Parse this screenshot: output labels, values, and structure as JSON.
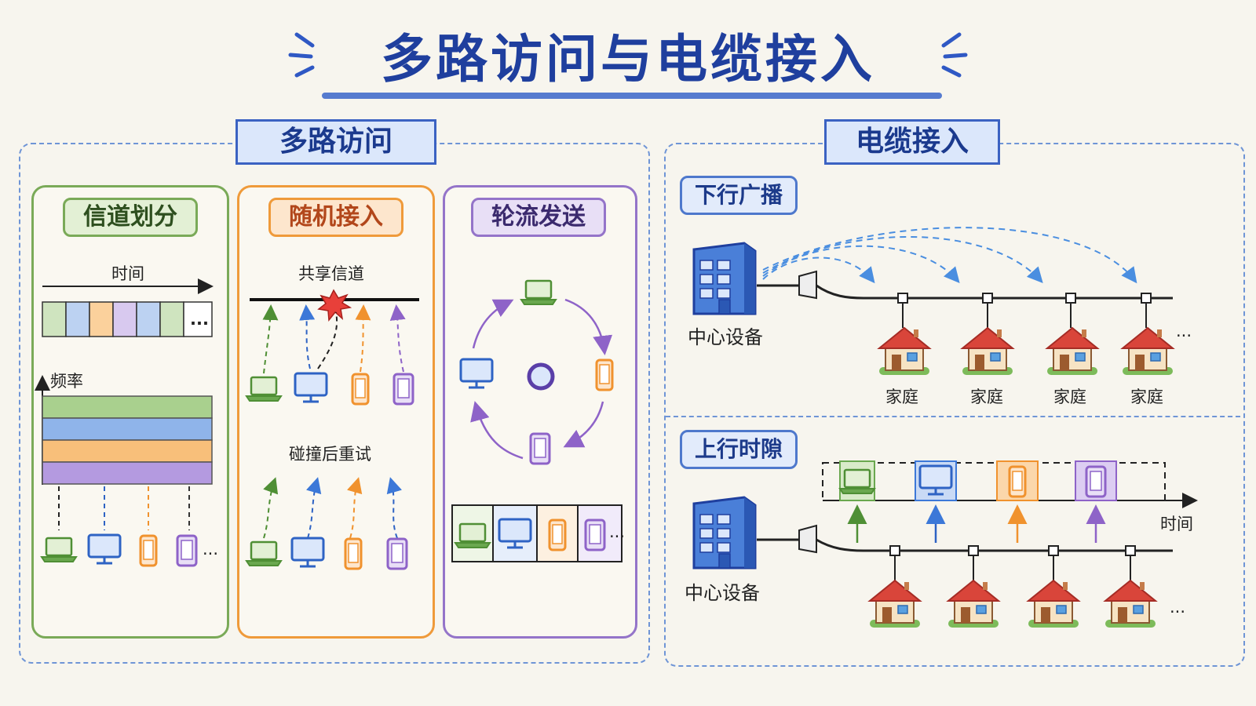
{
  "title": "多路访问与电缆接入",
  "multi_access": {
    "header": "多路访问",
    "channel_partition": {
      "tag": "信道划分",
      "time_label": "时间",
      "time_slot_ellipsis": "...",
      "freq_label": "频率",
      "device_ellipsis": "..."
    },
    "random_access": {
      "tag": "随机接入",
      "shared_channel_label": "共享信道",
      "retry_label": "碰撞后重试"
    },
    "taking_turns": {
      "tag": "轮流发送",
      "slot_ellipsis": "..."
    }
  },
  "cable_access": {
    "header": "电缆接入",
    "downstream": {
      "tag": "下行广播",
      "center_label": "中心设备",
      "homes": [
        "家庭",
        "家庭",
        "家庭",
        "家庭"
      ],
      "ellipsis": "..."
    },
    "upstream": {
      "tag": "上行时隙",
      "center_label": "中心设备",
      "time_label": "时间",
      "ellipsis": "..."
    }
  },
  "colors": {
    "green": "#6aa84f",
    "blue": "#3c78d8",
    "orange": "#f0922e",
    "purple": "#8e63c8",
    "ribbon_blue": "#3b62c2"
  }
}
